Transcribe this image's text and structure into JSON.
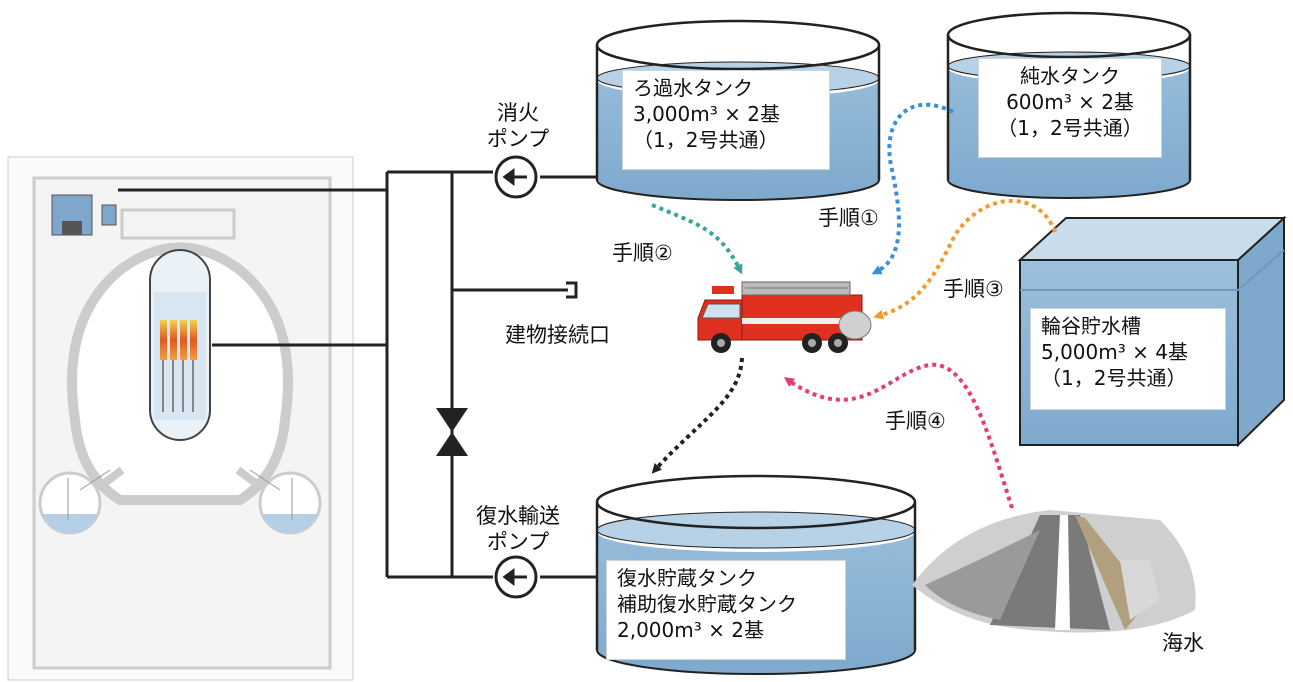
{
  "tanks": {
    "filtered": {
      "name": "ろ過水タンク",
      "capacity": "3,000m³ × 2基",
      "note": "（1，2号共通）"
    },
    "pure": {
      "name": "純水タンク",
      "capacity": "600m³ × 2基",
      "note": "（1，2号共通）"
    },
    "tanii": {
      "name": "輪谷貯水槽",
      "capacity": "5,000m³ × 4基",
      "note": "（1，2号共通）"
    },
    "condensate": {
      "name": "復水貯蔵タンク",
      "name2": "補助復水貯蔵タンク",
      "capacity": "2,000m³ × 2基"
    }
  },
  "pumps": {
    "fire": {
      "line1": "消火",
      "line2": "ポンプ"
    },
    "condensate_transfer": {
      "line1": "復水輸送",
      "line2": "ポンプ"
    }
  },
  "labels": {
    "building_connection": "建物接続口",
    "seawater": "海水"
  },
  "steps": {
    "step1": "手順①",
    "step2": "手順②",
    "step3": "手順③",
    "step4": "手順④"
  },
  "colors": {
    "water": "#8fb6d6",
    "step1": "#3b8fd6",
    "step2": "#3aa597",
    "step3": "#f29a2e",
    "step4": "#e63b78",
    "return": "#222222",
    "pipe": "#222222",
    "firetruck": "#e03020"
  }
}
